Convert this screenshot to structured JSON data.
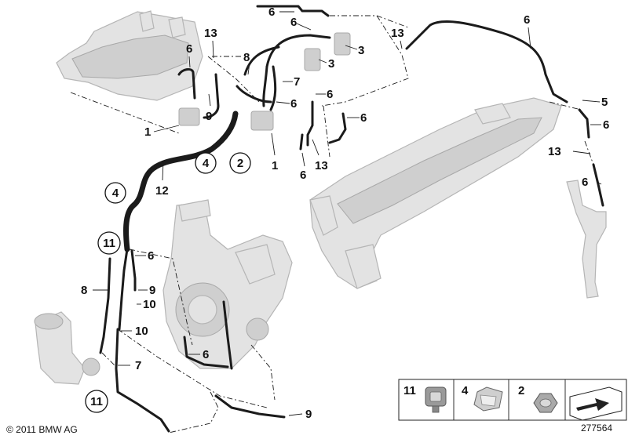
{
  "callouts": {
    "c6_top": "6",
    "c6_a": "6",
    "c13_a": "13",
    "c6_b": "6",
    "c8_a": "8",
    "c3_a": "3",
    "c3_b": "3",
    "c13_b": "13",
    "c6_right": "6",
    "c7_a": "7",
    "c6_c": "6",
    "c6_d": "6",
    "c6_e": "6",
    "c5": "5",
    "c6_f": "6",
    "c9_a": "9",
    "c1_a": "1",
    "c2": "2",
    "c4_a": "4",
    "c1_b": "1",
    "c13_c": "13",
    "c6_g": "6",
    "c13_d": "13",
    "c6_h": "6",
    "c12": "12",
    "c4_b": "4",
    "c11_a": "11",
    "c6_i": "6",
    "c8_b": "8",
    "c9_b": "9",
    "c10_a": "10",
    "c10_b": "10",
    "c6_j": "6",
    "c7_b": "7",
    "c11_b": "11",
    "c9_c": "9"
  },
  "legend": {
    "items": [
      {
        "num": "11",
        "icon": "hose-clamp-icon"
      },
      {
        "num": "4",
        "icon": "clip-icon"
      },
      {
        "num": "2",
        "icon": "hex-nut-icon"
      },
      {
        "num": "",
        "icon": "arrow-plate-icon"
      }
    ]
  },
  "footer": {
    "copyright": "© 2011 BMW AG",
    "diagram_id": "277564"
  }
}
